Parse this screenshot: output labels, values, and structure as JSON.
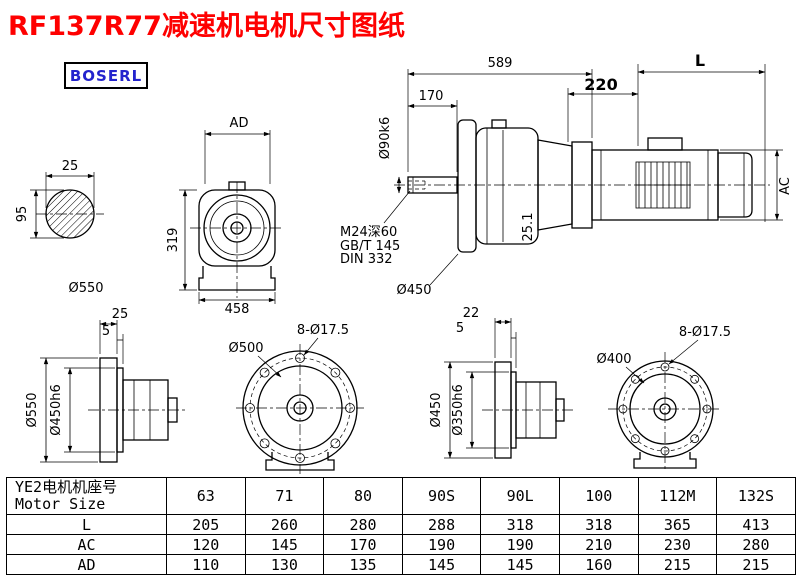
{
  "page": {
    "title": "RF137R77减速机电机尺寸图纸",
    "brand": "BOSERL"
  },
  "dims": {
    "shaft_w": "25",
    "shaft_h": "95",
    "shaft_d": "Ø550",
    "ad": "AD",
    "front_h": "319",
    "front_w": "458",
    "total_len": "589",
    "shaft_len": "170",
    "shaft_dia": "Ø90k6",
    "tap": "M24深60",
    "std_gbt": "GB/T 145",
    "std_din": "DIN 332",
    "flange_d": "Ø450",
    "note_offset": "25.1",
    "motor_gap": "220",
    "motor_len": "L",
    "motor_ac": "AC",
    "fl1_t": "25",
    "fl1_s": "5",
    "fl1_od": "Ø550",
    "fl1_spigot": "Ø450h6",
    "face1_holes": "8-Ø17.5",
    "face1_d": "Ø500",
    "fl2_t": "22",
    "fl2_s": "5",
    "fl2_od": "Ø450",
    "fl2_spigot": "Ø350h6",
    "face2_holes": "8-Ø17.5",
    "face2_d": "Ø400"
  },
  "table": {
    "header_cn": "YE2电机机座号",
    "header_en": "Motor Size",
    "sizes": [
      "63",
      "71",
      "80",
      "90S",
      "90L",
      "100",
      "112M",
      "132S"
    ],
    "rows": [
      {
        "label": "L",
        "values": [
          "205",
          "260",
          "280",
          "288",
          "318",
          "318",
          "365",
          "413"
        ]
      },
      {
        "label": "AC",
        "values": [
          "120",
          "145",
          "170",
          "190",
          "190",
          "210",
          "230",
          "280"
        ]
      },
      {
        "label": "AD",
        "values": [
          "110",
          "130",
          "135",
          "145",
          "145",
          "160",
          "215",
          "215"
        ]
      }
    ]
  }
}
